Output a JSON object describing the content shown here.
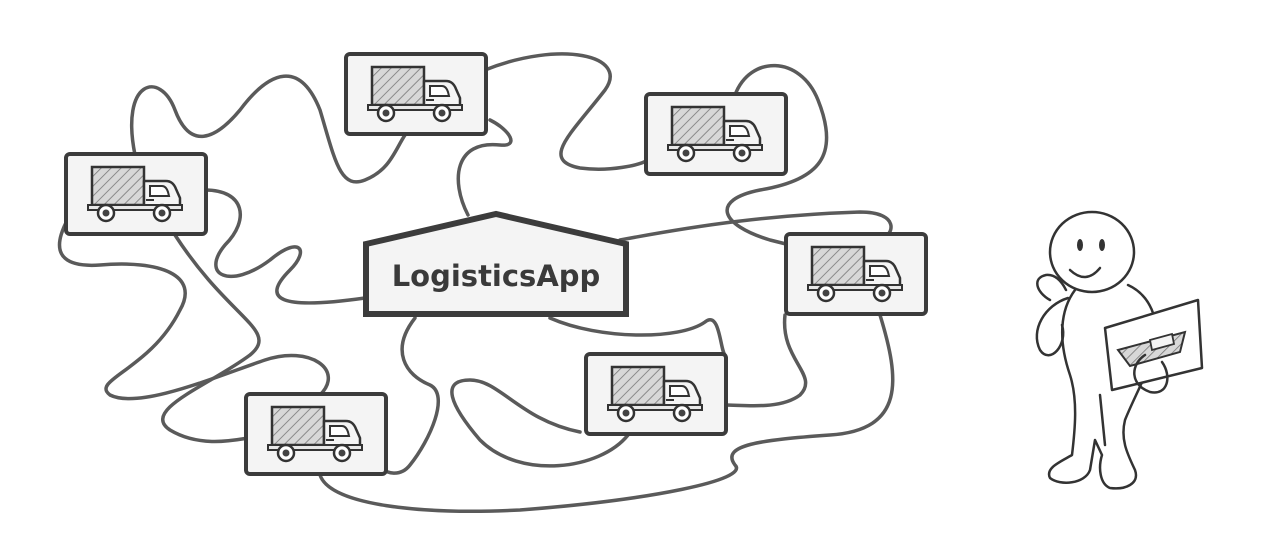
{
  "diagram": {
    "center_node": {
      "label": "LogisticsApp",
      "icon": "app-box-icon"
    },
    "vehicles": [
      {
        "type": "truck",
        "icon": "truck-icon"
      },
      {
        "type": "truck",
        "icon": "truck-icon"
      },
      {
        "type": "truck",
        "icon": "truck-icon"
      },
      {
        "type": "truck",
        "icon": "truck-icon"
      },
      {
        "type": "truck",
        "icon": "truck-icon"
      },
      {
        "type": "truck",
        "icon": "truck-icon"
      }
    ],
    "character": {
      "icon": "thinking-person-icon",
      "holding": "ship-picture-icon"
    },
    "colors": {
      "stroke": "#3c3c3c",
      "card_fill": "#f4f4f4",
      "wire": "#5a5a5a"
    }
  }
}
